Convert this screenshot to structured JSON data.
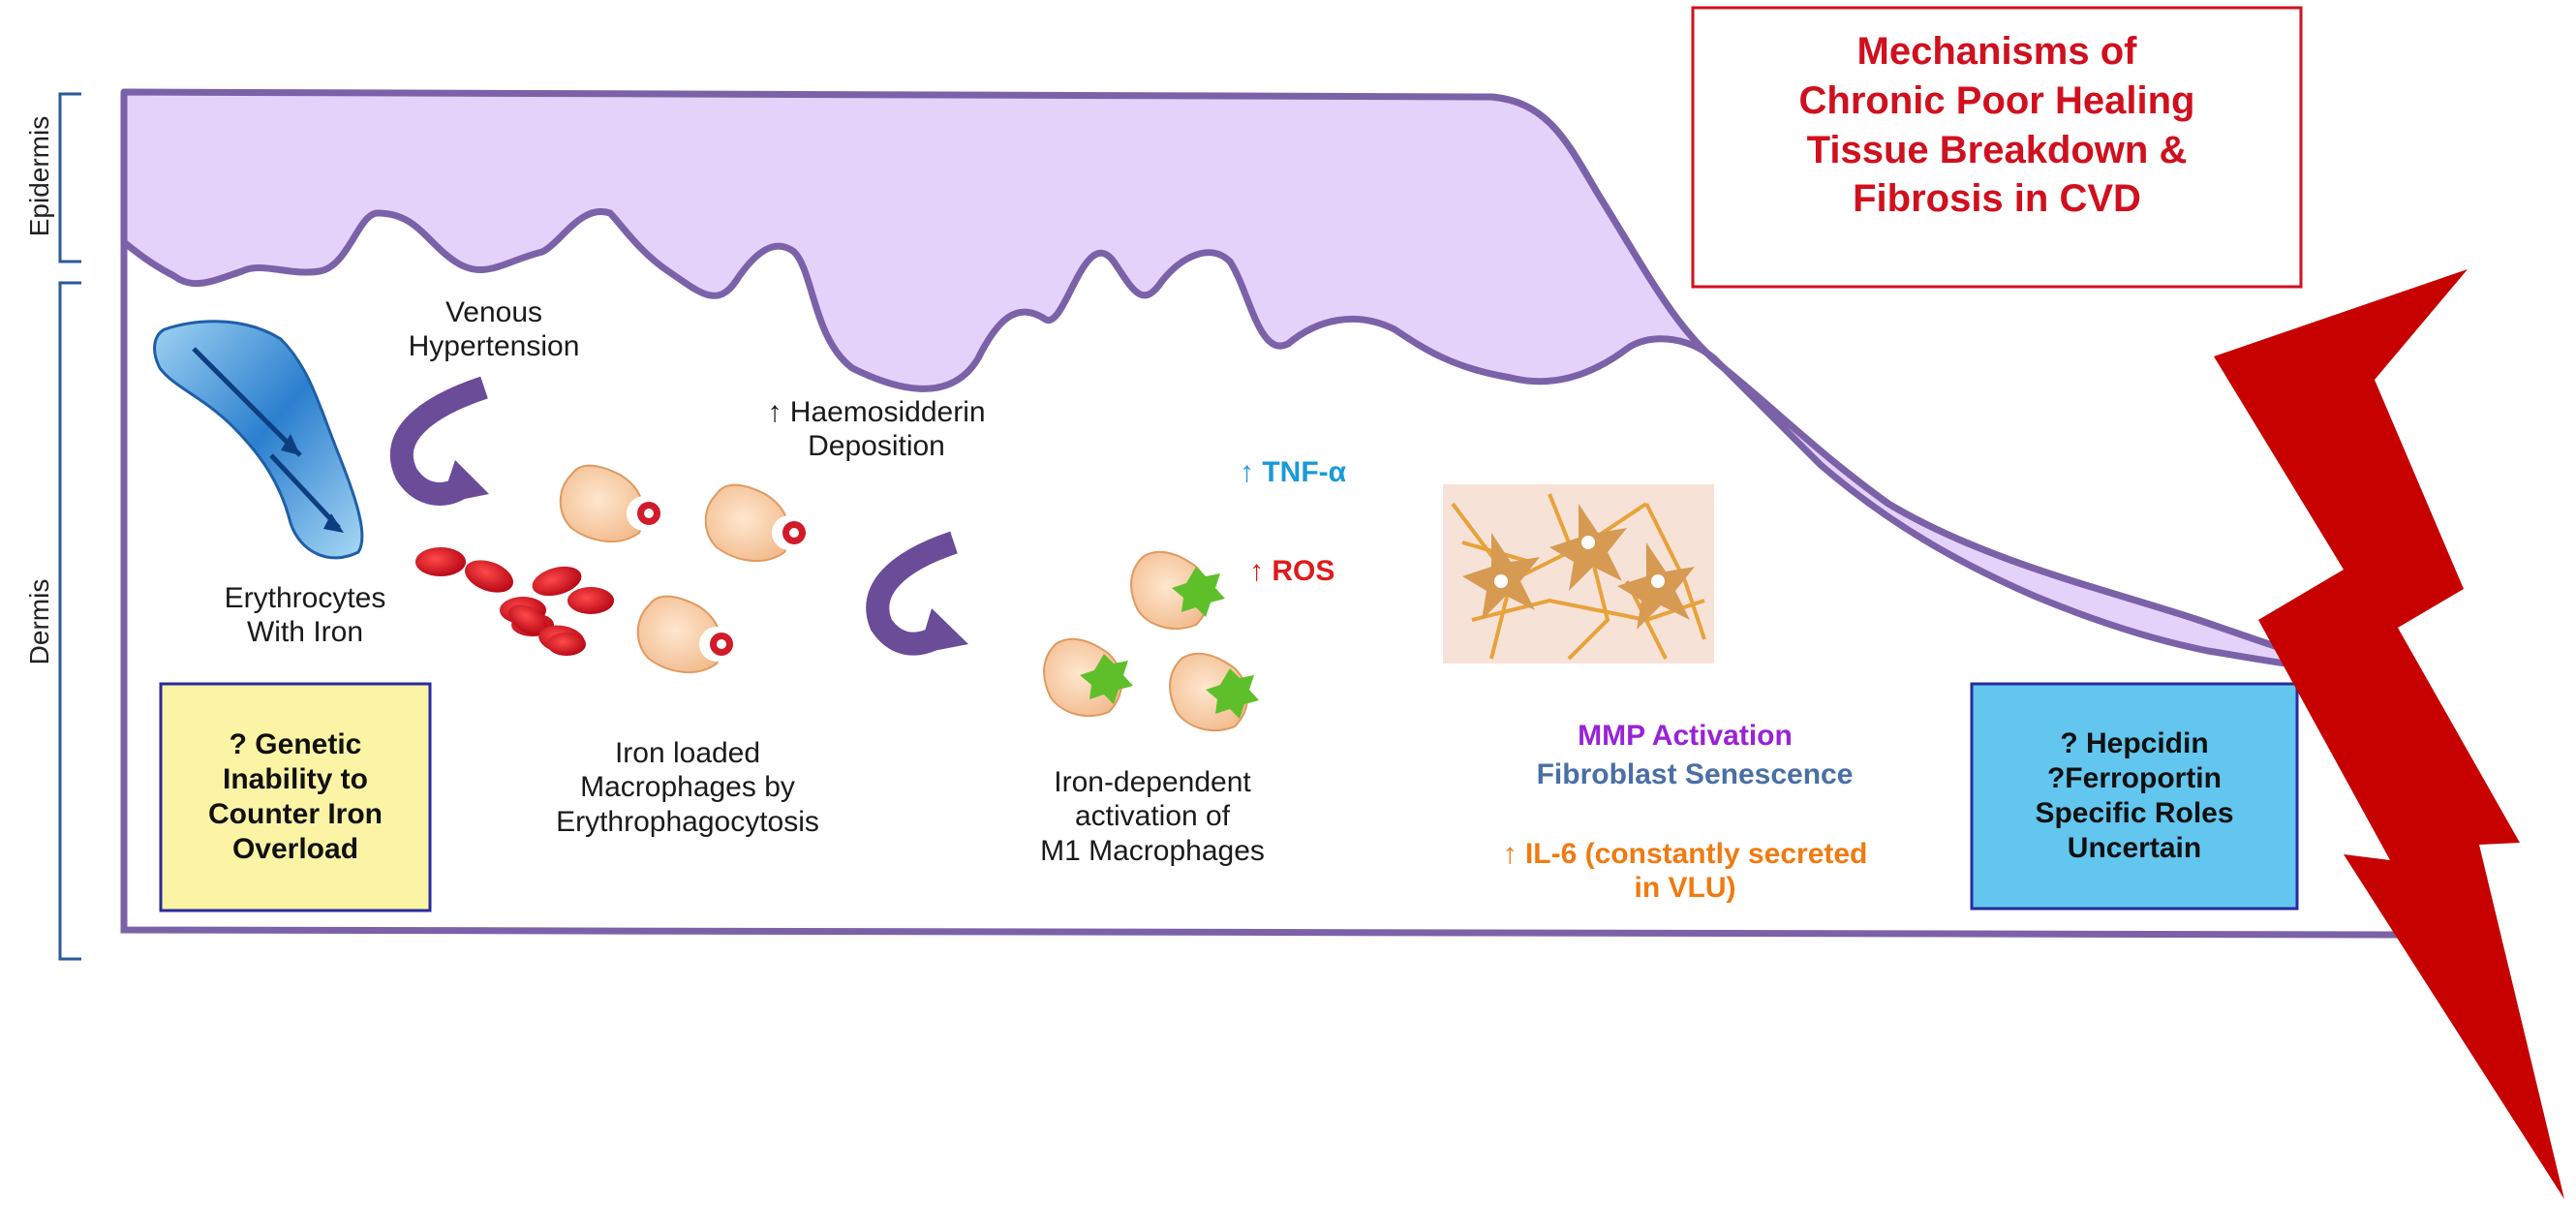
{
  "title": "Mechanisms of\nChronic Poor Healing\nTissue Breakdown &\nFibrosis in CVD",
  "layers": {
    "epidermis": "Epidermis",
    "dermis": "Dermis"
  },
  "labels": {
    "venous": "Venous\nHypertension",
    "erythrocytes": "Erythrocytes\nWith Iron",
    "haemosiderin": "↑ Haemosidderin\nDeposition",
    "iron_macrophages": "Iron loaded\nMacrophages by\nErythrophagocytosis",
    "m1": "Iron-dependent\nactivation of\nM1 Macrophages",
    "tnf": "↑ TNF-α",
    "ros": "↑ ROS",
    "mmp": "MMP Activation",
    "fibroblast": "Fibroblast Senescence",
    "il6": "↑ IL-6 (constantly secreted\nin VLU)"
  },
  "boxes": {
    "genetic": "? Genetic\nInability to\nCounter Iron\nOverload",
    "hepcidin": "? Hepcidin\n?Ferroportin\nSpecific Roles\nUncertain"
  },
  "colors": {
    "title_red": "#d0101e",
    "tnf_blue": "#1a9ad6",
    "ros_red": "#e01a1a",
    "mmp_purple": "#9a22d6",
    "fibro_blue": "#4a6fa5",
    "il6_orange": "#f07a10",
    "epidermis_fill": "#e4d2fa",
    "outline_purple": "#7b62a8",
    "bolt_red": "#c70000",
    "yellow_box": "#fbf4a4",
    "blue_box": "#62c6ef"
  }
}
